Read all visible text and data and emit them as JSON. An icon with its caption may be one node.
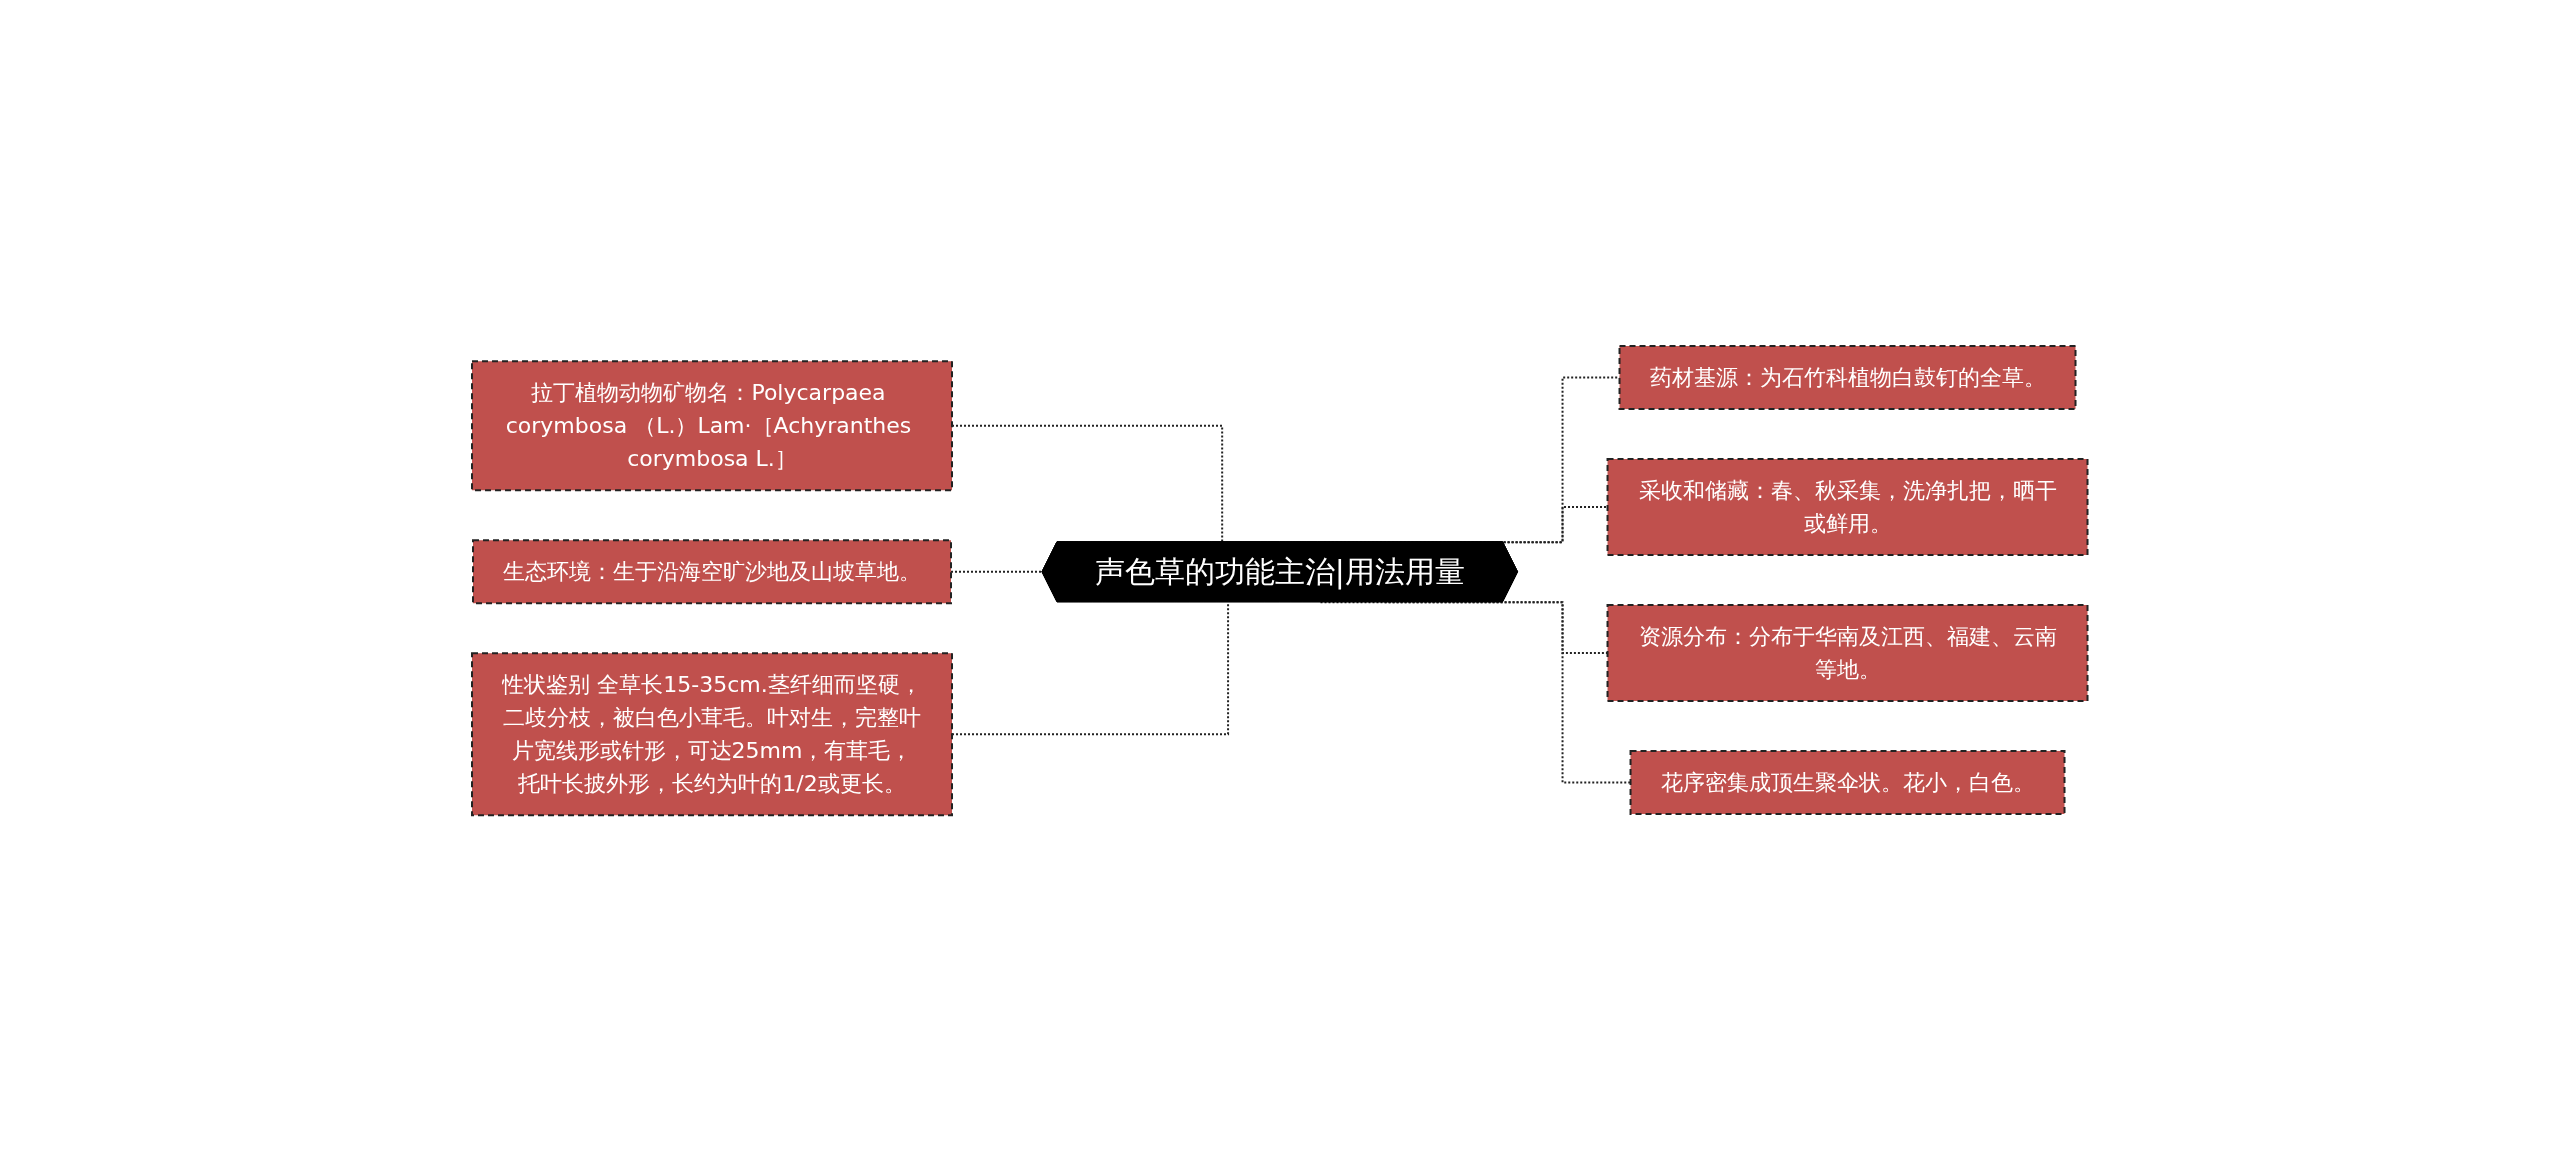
{
  "diagram": {
    "nodes": [
      {
        "text": [
          "声色草的功能主治|用法用量"
        ]
      },
      {
        "text": [
          "拉丁植物动物矿物名：Polycarpaea corymbosa （L.）Lam·［Achyranthes corymbosa L.］"
        ]
      },
      {
        "text": [
          "生态环境：生于沿海空旷沙地及山坡草地。"
        ]
      },
      {
        "text": [
          "性状鉴别 全草长15-35cm.茎纤细而坚硬，二歧分枝，被白色小茸毛。叶对生，完整叶片宽线形或针形，可达25mm，有茸毛，托叶长披外形，长约为叶的1/2或更长。"
        ]
      },
      {
        "text": [
          "药材基源：为石竹科植物白鼓钉的全草。"
        ]
      },
      {
        "text": [
          "采收和储藏：春、秋采集，洗净扎把，晒干或鲜用。"
        ]
      },
      {
        "text": [
          "资源分布：分布于华南及江西、福建、云南等地。"
        ]
      },
      {
        "text": [
          "花序密集成顶生聚伞状。花小，白色。"
        ]
      }
    ],
    "edges": [
      {
        "from": 1,
        "to": 0,
        "arrow": "none",
        "style": "dashed"
      },
      {
        "from": 2,
        "to": 0,
        "arrow": "none",
        "style": "dashed"
      },
      {
        "from": 3,
        "to": 0,
        "arrow": "none",
        "style": "dashed"
      },
      {
        "from": 0,
        "to": 4,
        "arrow": "none",
        "style": "dashed"
      },
      {
        "from": 0,
        "to": 5,
        "arrow": "none",
        "style": "dashed"
      },
      {
        "from": 0,
        "to": 6,
        "arrow": "none",
        "style": "dashed"
      },
      {
        "from": 0,
        "to": 7,
        "arrow": "none",
        "style": "dashed"
      }
    ]
  }
}
